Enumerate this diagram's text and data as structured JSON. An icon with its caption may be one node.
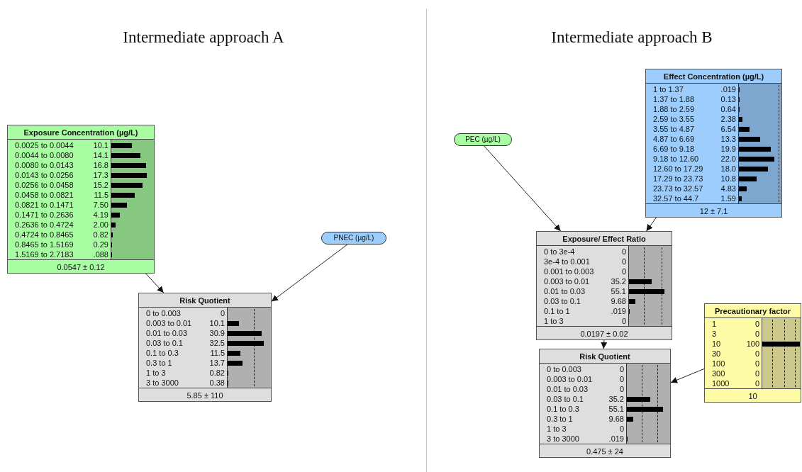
{
  "diagram": {
    "nodes": [
      {
        "text": [
          "Exposure Concentration (µg/L)",
          "0.0025 to 0.0044",
          "10.1",
          "0.0044 to 0.0080",
          "14.1",
          "0.0080 to 0.0143",
          "16.8",
          "0.0143 to 0.0256",
          "17.3",
          "0.0256 to 0.0458",
          "15.2",
          "0.0458 to 0.0821",
          "11.5",
          "0.0821 to 0.1471",
          "7.50",
          "0.1471 to 0.2636",
          "4.19",
          "0.2636 to 0.4724",
          "2.00",
          "0.4724 to 0.8465",
          "0.82",
          "0.8465 to 1.5169",
          "0.29",
          "1.5169 to 2.7183",
          ".088",
          "0.0547 ± 0.12"
        ]
      },
      {
        "text": [
          "PNEC (µg/L)"
        ]
      },
      {
        "text": [
          "Risk Quotient",
          "0 to 0.003",
          "0",
          "0.003 to 0.01",
          "10.1",
          "0.01 to 0.03",
          "30.9",
          "0.03 to 0.1",
          "32.5",
          "0.1 to 0.3",
          "11.5",
          "0.3 to 1",
          "13.7",
          "1 to 3",
          "0.82",
          "3 to 3000",
          "0.38",
          "5.85 ± 110"
        ]
      },
      {
        "text": [
          "Effect Concentration (µg/L)",
          "1 to 1.37",
          ".019",
          "1.37 to 1.88",
          "0.13",
          "1.88 to 2.59",
          "0.64",
          "2.59 to 3.55",
          "2.38",
          "3.55 to 4.87",
          "6.54",
          "4.87 to 6.69",
          "13.3",
          "6.69 to 9.18",
          "19.9",
          "9.18 to 12.60",
          "22.0",
          "12.60 to 17.29",
          "18.0",
          "17.29 to 23.73",
          "10.8",
          "23.73 to 32.57",
          "4.83",
          "32.57 to 44.7",
          "1.59",
          "12 ± 7.1"
        ]
      },
      {
        "text": [
          "PEC (µg/L)"
        ]
      },
      {
        "text": [
          "Exposure/ Effect Ratio",
          "0 to 3e-4",
          "0",
          "3e-4 to 0.001",
          "0",
          "0.001 to 0.003",
          "0",
          "0.003 to 0.01",
          "35.2",
          "0.01 to 0.03",
          "55.1",
          "0.03 to 0.1",
          "9.68",
          "0.1 to 1",
          ".019",
          "1 to 3",
          "0",
          "0.0197 ± 0.02"
        ]
      },
      {
        "text": [
          "Precautionary factor",
          "1",
          "0",
          "3",
          "0",
          "10",
          "100",
          "30",
          "0",
          "100",
          "0",
          "300",
          "0",
          "1000",
          "0",
          "10"
        ]
      },
      {
        "text": [
          "Risk Quotient",
          "0 to 0.003",
          "0",
          "0.003 to 0.01",
          "0",
          "0.01 to 0.03",
          "0",
          "0.03 to 0.1",
          "35.2",
          "0.1 to 0.3",
          "55.1",
          "0.3 to 1",
          "9.68",
          "1 to 3",
          "0",
          "3 to 3000",
          ".019",
          "0.475 ± 24"
        ]
      }
    ],
    "edges": [
      {
        "from": 0,
        "to": 2,
        "arrow": "to"
      },
      {
        "from": 1,
        "to": 2,
        "arrow": "to"
      },
      {
        "from": 4,
        "to": 5,
        "arrow": "to"
      },
      {
        "from": 3,
        "to": 5,
        "arrow": "to"
      },
      {
        "from": 5,
        "to": 7,
        "arrow": "to"
      },
      {
        "from": 6,
        "to": 7,
        "arrow": "to"
      }
    ],
    "labels": [
      "Intermediate approach A",
      "Intermediate approach B"
    ]
  }
}
